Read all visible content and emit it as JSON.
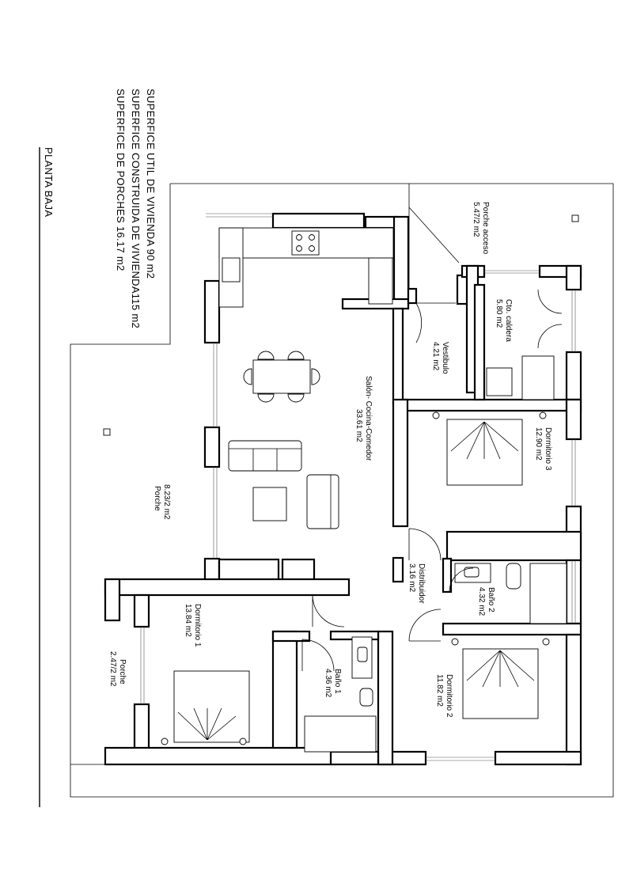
{
  "header": {
    "title": "PLANTA BAJA",
    "superficies": [
      "SUPERFICE UTIL DE VIVIENDA 90 m2",
      "SUPERFICE CONSTRUIDA DE VIVIENDA115 m2",
      "SUPERFICE DE PORCHES 16.17 m2"
    ]
  },
  "rooms": [
    {
      "id": "salon",
      "name": "Salón- Cocina-Comedor",
      "area": "33.61 m2"
    },
    {
      "id": "vestibulo",
      "name": "Vestibulo",
      "area": "4.21 m2"
    },
    {
      "id": "porche_acceso",
      "name": "Porche acceso",
      "area": "5.47/2 m2"
    },
    {
      "id": "caldera",
      "name": "Cto. caldera",
      "area": "5.80 m2"
    },
    {
      "id": "dormitorio3",
      "name": "Dormitorio 3",
      "area": "12.90 m2"
    },
    {
      "id": "distribuidor",
      "name": "Distribuidor",
      "area": "3.16 m2"
    },
    {
      "id": "bano2",
      "name": "Baño 2",
      "area": "4.32 m2"
    },
    {
      "id": "dormitorio2",
      "name": "Dormitorio 2",
      "area": "11.82 m2"
    },
    {
      "id": "bano1",
      "name": "Baño 1",
      "area": "4.36 m2"
    },
    {
      "id": "dormitorio1",
      "name": "Dormitorio 1",
      "area": "13.84 m2"
    },
    {
      "id": "porche_oeste",
      "name": "Porche",
      "area": "8.23/2 m2"
    },
    {
      "id": "porche_sur",
      "name": "Porche",
      "area": "2.47/2 m2"
    }
  ]
}
